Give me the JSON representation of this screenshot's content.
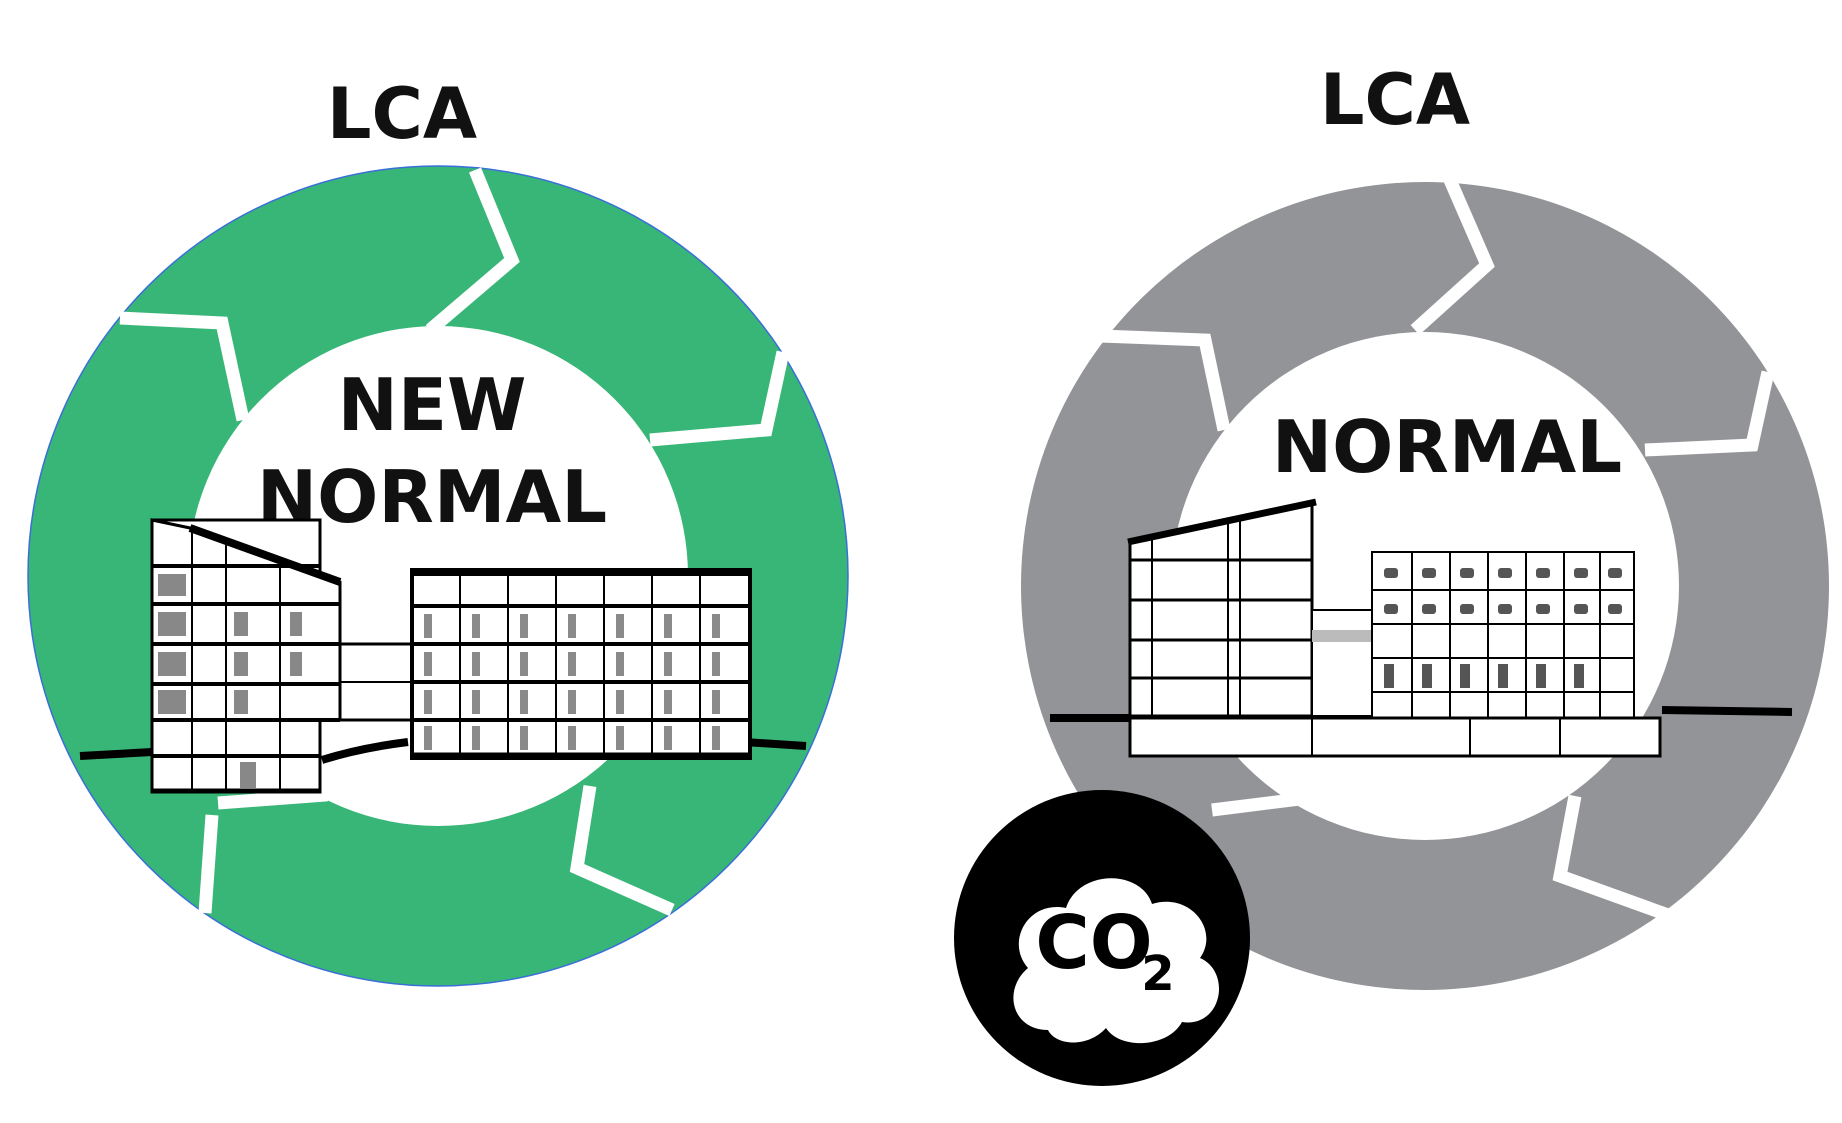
{
  "left_diagram": {
    "title": "LCA",
    "center_line1": "NEW",
    "center_line2": "NORMAL",
    "ring_color": "#38B677"
  },
  "right_diagram": {
    "title": "LCA",
    "center_label": "NORMAL",
    "ring_color": "#939497"
  },
  "co2_badge": {
    "main": "CO",
    "subscript": "2",
    "badge_color": "#000000"
  }
}
